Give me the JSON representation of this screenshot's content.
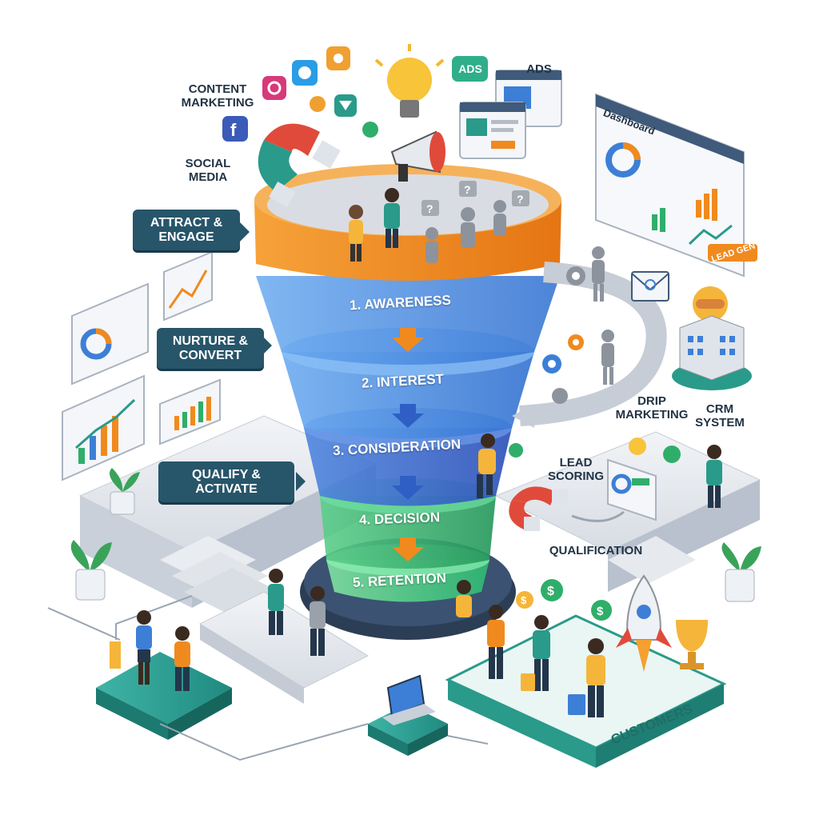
{
  "funnel": {
    "stages": [
      {
        "label": "1. AWARENESS",
        "color": "#f08a1e"
      },
      {
        "label": "2. INTEREST",
        "color": "#3d7fd6"
      },
      {
        "label": "3. CONSIDERATION",
        "color": "#2f5fc4"
      },
      {
        "label": "4. DECISION",
        "color": "#2fae6a"
      },
      {
        "label": "5. RETENTION",
        "color": "#3cc27a"
      }
    ]
  },
  "phases": [
    {
      "line1": "ATTRACT &",
      "line2": "ENGAGE"
    },
    {
      "line1": "NURTURE &",
      "line2": "CONVERT"
    },
    {
      "line1": "QUALIFY &",
      "line2": "ACTIVATE"
    }
  ],
  "channels": {
    "content_marketing": "CONTENT\nMARKETING",
    "social_media": "SOCIAL\nMEDIA",
    "ads": "ADS",
    "ads_badge": "ADS"
  },
  "right_side": {
    "dashboard_title": "Dashboard",
    "lead_gen_tag": "LEAD GEN",
    "drip_marketing": "DRIP\nMARKETING",
    "crm_system": "CRM\nSYSTEM",
    "lead_scoring": "LEAD\nSCORING",
    "qualification": "QUALIFICATION"
  },
  "customers": {
    "label": "CUSTOMERS"
  },
  "colors": {
    "orange": "#f08a1e",
    "blue": "#3d7fd6",
    "green": "#2fae6a",
    "teal": "#2a9a8a",
    "navy_pill": "#27556a"
  },
  "icons": [
    "facebook-icon",
    "instagram-icon",
    "twitter-icon",
    "megaphone-icon",
    "lightbulb-icon",
    "magnet-icon",
    "handshake-icon",
    "email-icon",
    "gear-icon",
    "rocket-icon",
    "trophy-icon",
    "dollar-icon",
    "laptop-icon",
    "plant-icon"
  ]
}
